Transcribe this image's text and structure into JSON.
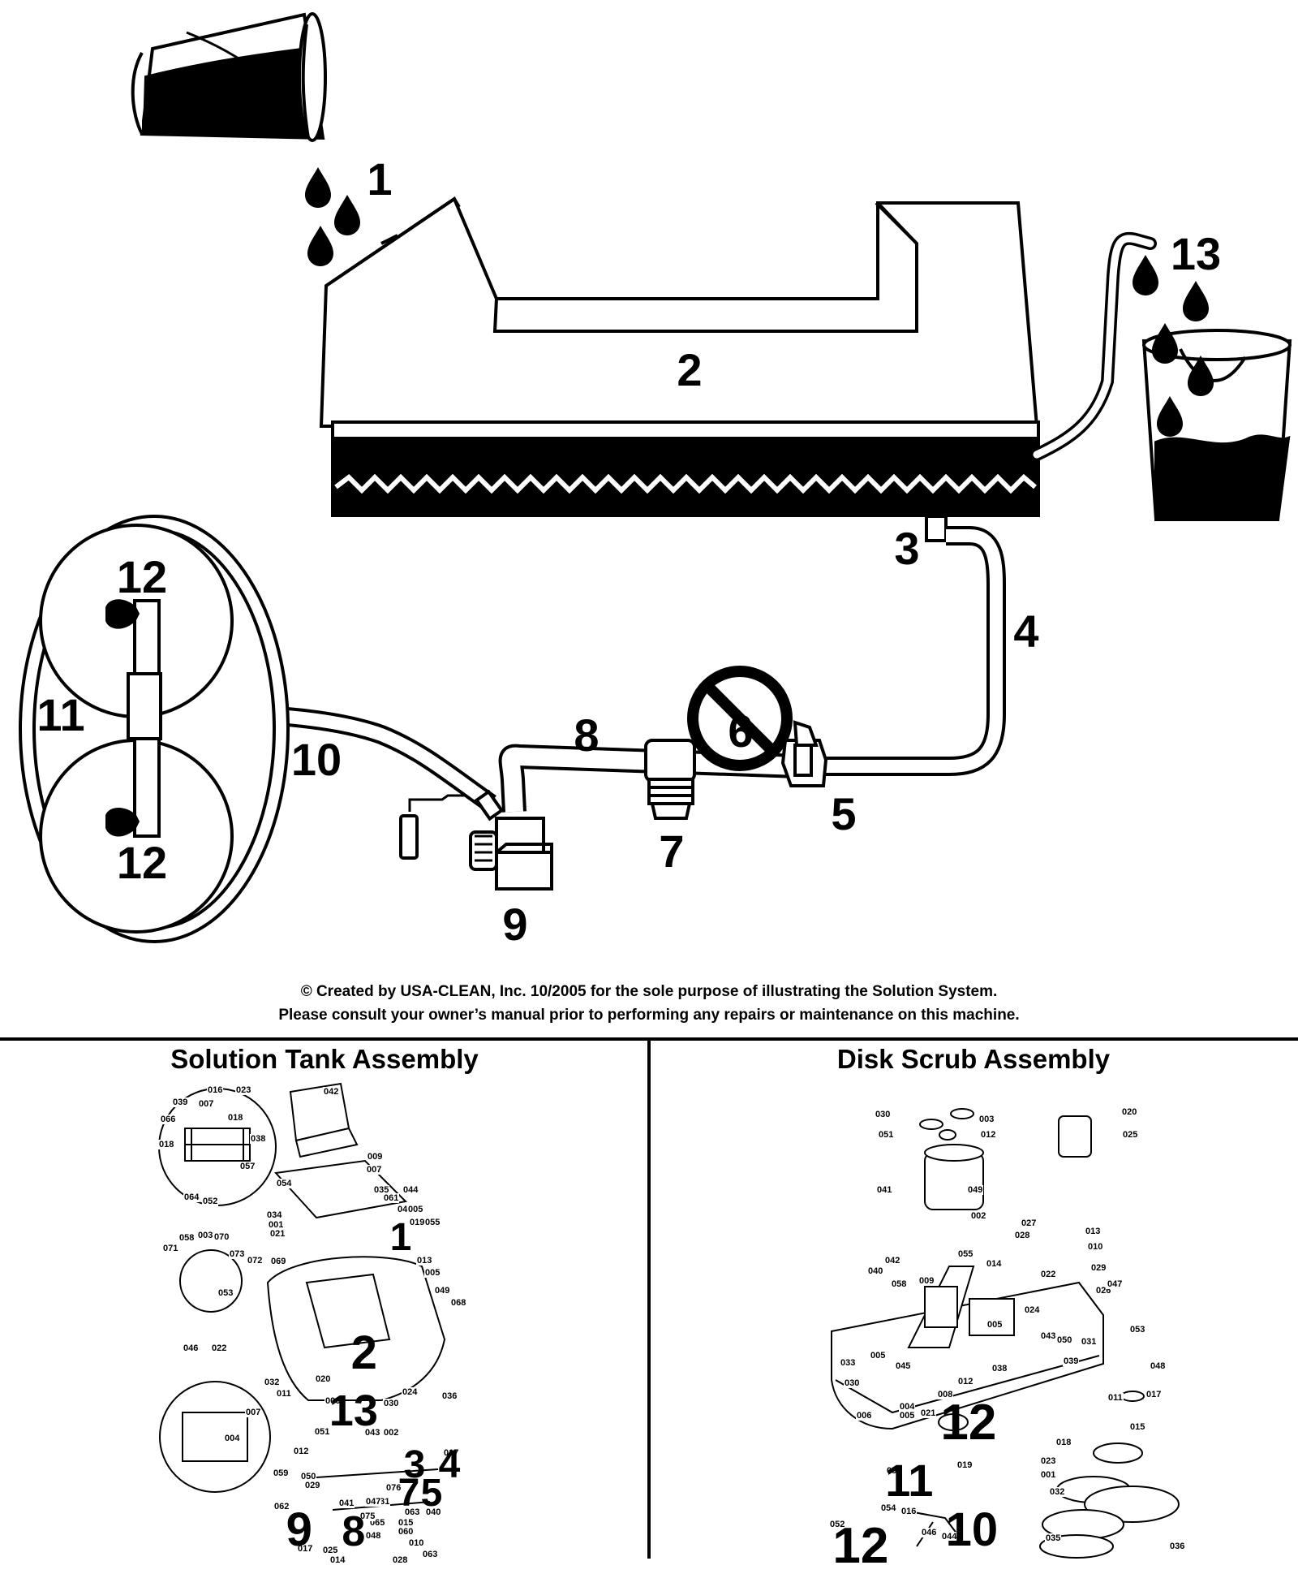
{
  "diagram": {
    "callouts": [
      {
        "id": "c1",
        "label": "1"
      },
      {
        "id": "c2",
        "label": "2"
      },
      {
        "id": "c3",
        "label": "3"
      },
      {
        "id": "c4",
        "label": "4"
      },
      {
        "id": "c5",
        "label": "5"
      },
      {
        "id": "c6",
        "label": "6"
      },
      {
        "id": "c7",
        "label": "7"
      },
      {
        "id": "c8",
        "label": "8"
      },
      {
        "id": "c9",
        "label": "9"
      },
      {
        "id": "c10",
        "label": "10"
      },
      {
        "id": "c11",
        "label": "11"
      },
      {
        "id": "c12a",
        "label": "12"
      },
      {
        "id": "c12b",
        "label": "12"
      },
      {
        "id": "c13",
        "label": "13"
      }
    ]
  },
  "caption": {
    "line1": "© Created by USA-CLEAN, Inc. 10/2005 for the sole purpose of illustrating the Solution System.",
    "line2": "Please consult your owner’s manual prior to performing any repairs or maintenance on this machine."
  },
  "panels": {
    "left": {
      "title": "Solution Tank Assembly",
      "part_numbers": [
        "042",
        "016",
        "023",
        "039",
        "007",
        "066",
        "018",
        "018",
        "038",
        "057",
        "064",
        "052",
        "009",
        "007",
        "054",
        "035",
        "044",
        "061",
        "045",
        "005",
        "034",
        "001",
        "021",
        "019",
        "055",
        "058",
        "003",
        "070",
        "071",
        "073",
        "072",
        "069",
        "013",
        "005",
        "053",
        "049",
        "068",
        "046",
        "022",
        "032",
        "011",
        "020",
        "006",
        "036",
        "030",
        "024",
        "004",
        "007",
        "051",
        "043",
        "002",
        "017",
        "012",
        "050",
        "029",
        "076",
        "063",
        "031",
        "059",
        "041",
        "047",
        "040",
        "065",
        "062",
        "075",
        "048",
        "060",
        "010",
        "017",
        "025",
        "063",
        "014",
        "028",
        "015"
      ],
      "markers": [
        "1",
        "2",
        "13",
        "3",
        "4",
        "7",
        "5",
        "9",
        "8"
      ]
    },
    "right": {
      "title": "Disk Scrub Assembly",
      "part_numbers": [
        "030",
        "003",
        "051",
        "012",
        "020",
        "025",
        "041",
        "049",
        "027",
        "013",
        "002",
        "028",
        "010",
        "029",
        "042",
        "055",
        "014",
        "026",
        "040",
        "058",
        "009",
        "022",
        "047",
        "024",
        "005",
        "043",
        "050",
        "031",
        "033",
        "005",
        "039",
        "053",
        "030",
        "045",
        "038",
        "012",
        "048",
        "006",
        "005",
        "004",
        "021",
        "008",
        "011",
        "017",
        "015",
        "018",
        "023",
        "001",
        "032",
        "035",
        "036",
        "057",
        "019",
        "054",
        "016",
        "046",
        "044",
        "052"
      ],
      "markers": [
        "12",
        "11",
        "10",
        "12"
      ]
    }
  },
  "colors": {
    "ink": "#000000",
    "paper": "#ffffff"
  }
}
